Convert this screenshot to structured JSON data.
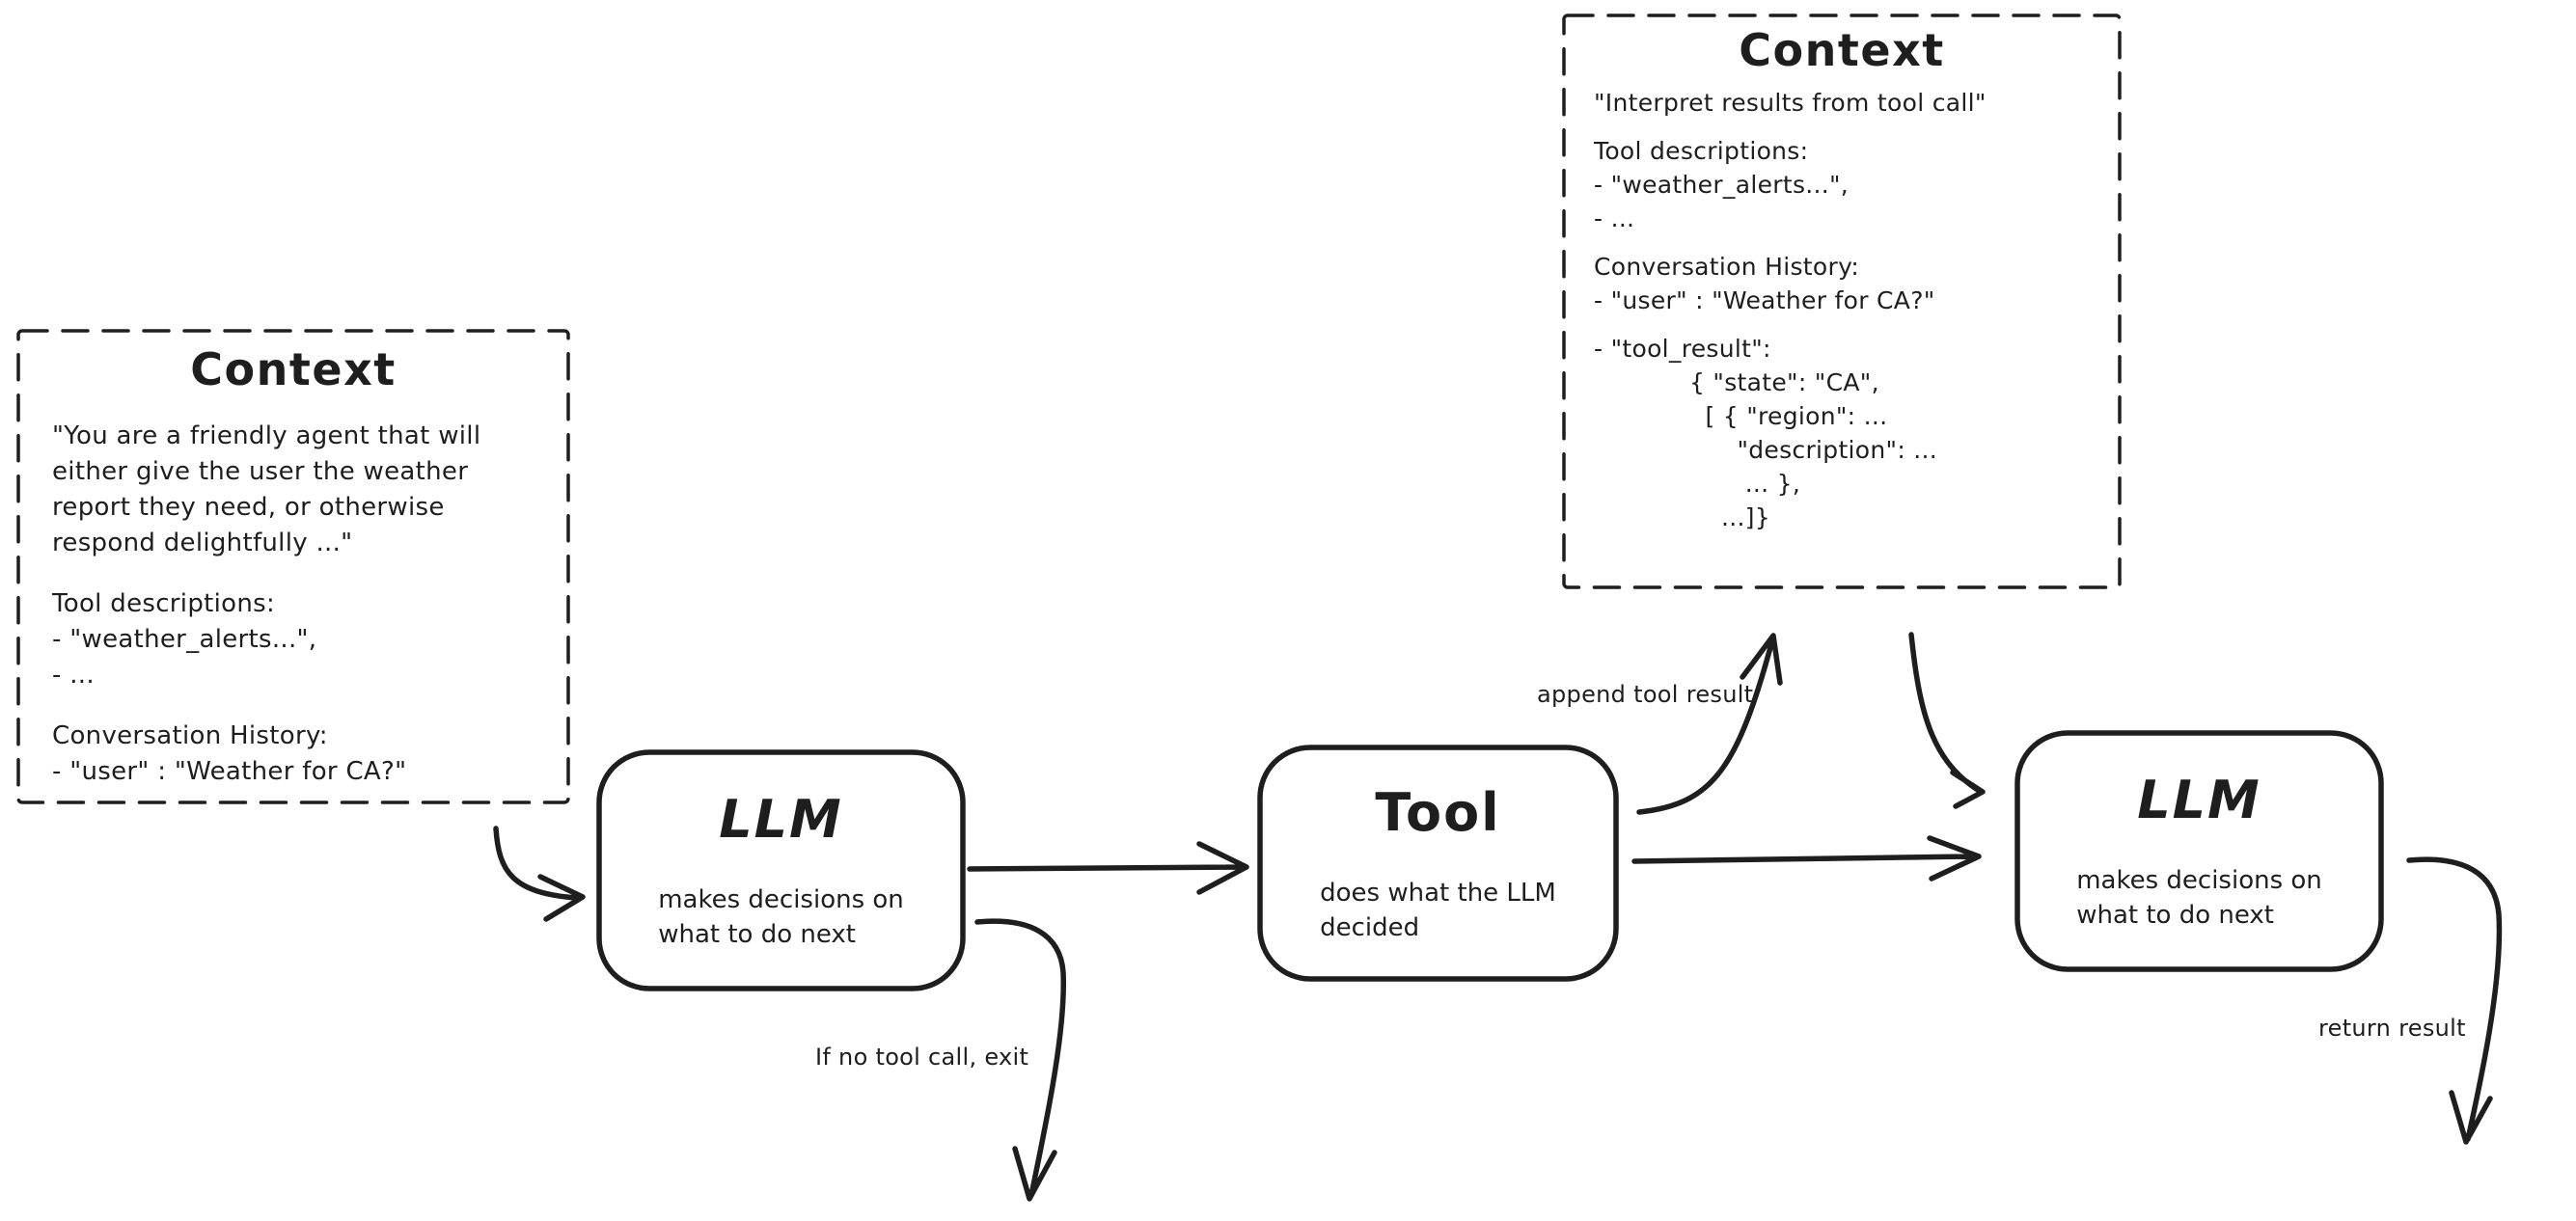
{
  "colors": {
    "ink": "#1e1e1e",
    "background": "#ffffff"
  },
  "context_pre": {
    "title": "Context",
    "paragraphs": [
      "\"You are a friendly agent that will\neither give the user the weather\nreport they need, or otherwise\nrespond delightfully ...\"",
      "Tool descriptions:\n- \"weather_alerts...\",\n- ...",
      "Conversation History:\n- \"user\" : \"Weather for CA?\""
    ]
  },
  "context_post": {
    "title": "Context",
    "paragraphs": [
      "\"Interpret results from tool call\"",
      "Tool descriptions:\n- \"weather_alerts...\",\n- ...",
      "Conversation History:\n- \"user\" : \"Weather for CA?\"",
      "- \"tool_result\":\n            { \"state\": \"CA\",\n              [ { \"region\": ...\n                  \"description\": ...\n                   ... },\n                ...]}"
    ]
  },
  "llm_first": {
    "title": "LLM",
    "description": "makes decisions on\nwhat to do next"
  },
  "tool": {
    "title": "Tool",
    "description": "does what the LLM\ndecided"
  },
  "llm_second": {
    "title": "LLM",
    "description": "makes decisions on\nwhat to do next"
  },
  "edge_labels": {
    "append_tool_result": "append tool result",
    "no_tool_call_exit": "If no tool call, exit",
    "return_result": "return result"
  }
}
